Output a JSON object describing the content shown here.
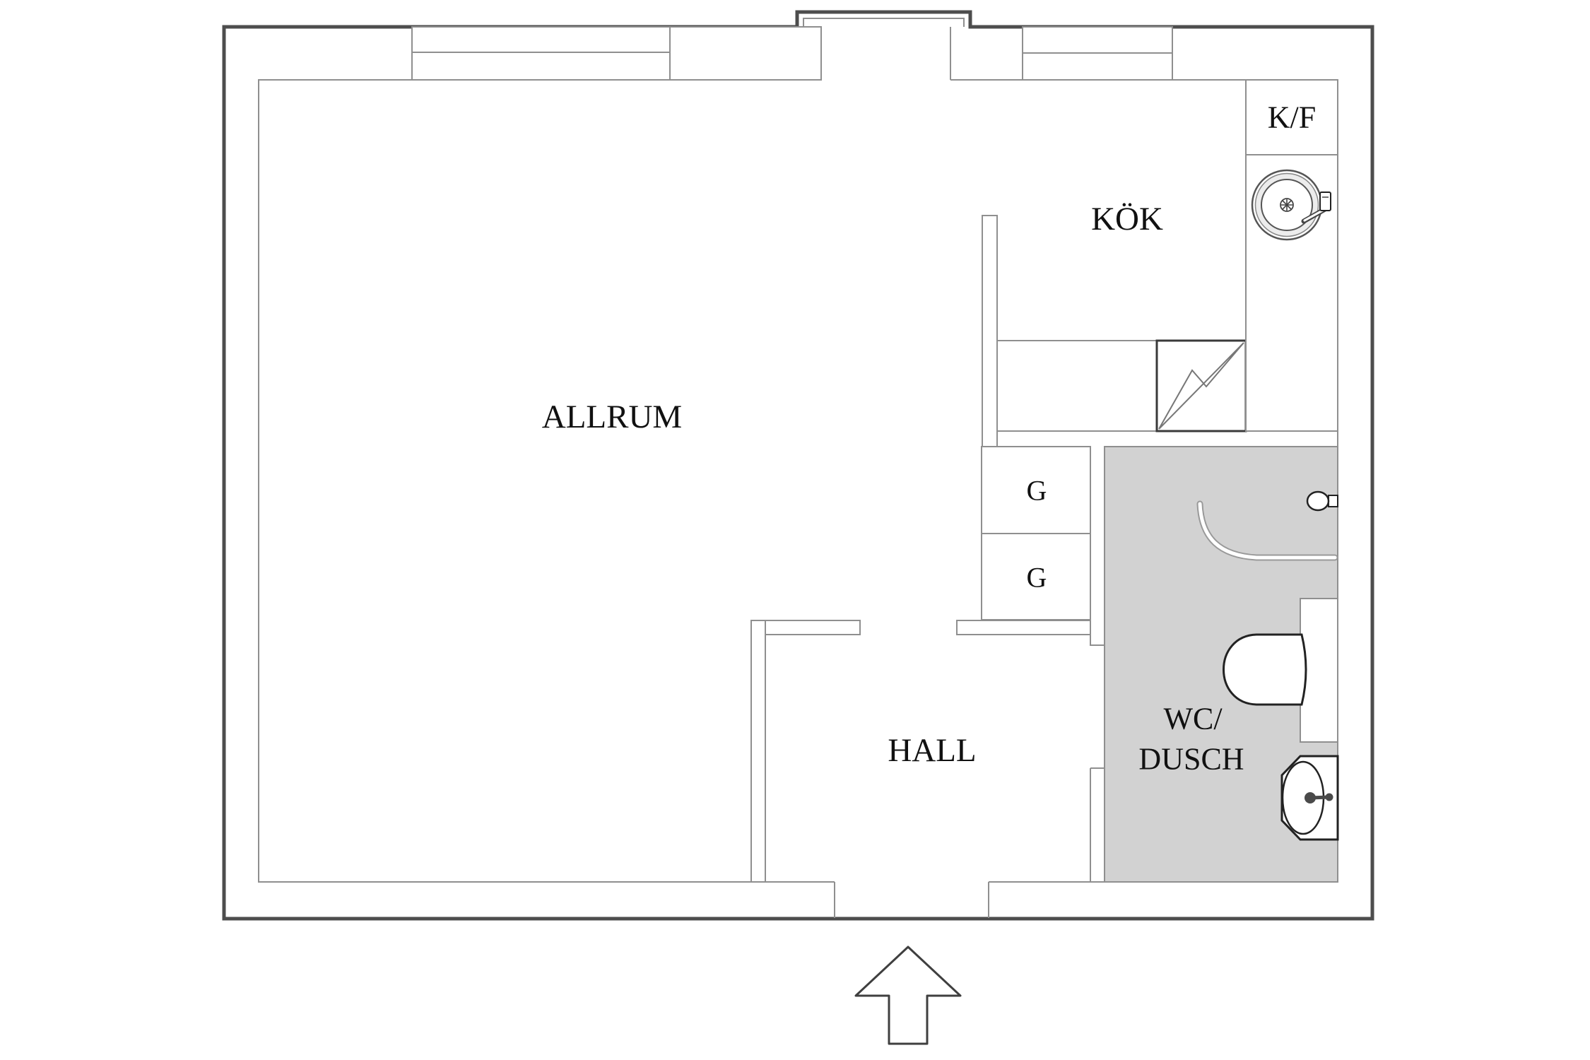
{
  "plan": {
    "rooms": {
      "allrum": "ALLRUM",
      "kok": "KÖK",
      "hall": "HALL",
      "wc_dusch_line1": "WC/",
      "wc_dusch_line2": "DUSCH"
    },
    "fixtures": {
      "fridge_freezer": "K/F",
      "wardrobe_1": "G",
      "wardrobe_2": "G"
    },
    "colors": {
      "outer_wall": "#4d4d4d",
      "inner_line": "#8f8f8f",
      "wet_room_fill": "#d2d2d2",
      "sink_rim_fill": "#ececec",
      "label_text": "#111111"
    },
    "icons": {
      "window": "window-icon",
      "entrance_recess": "entrance-recess-icon",
      "stove": "stove-zigzag-icon",
      "kitchen_sink": "kitchen-sink-icon",
      "shower_head": "shower-head-icon",
      "shower_screen": "shower-screen-icon",
      "toilet": "toilet-icon",
      "bathroom_sink": "bathroom-sink-icon",
      "entrance_arrow": "entrance-arrow-icon"
    }
  }
}
